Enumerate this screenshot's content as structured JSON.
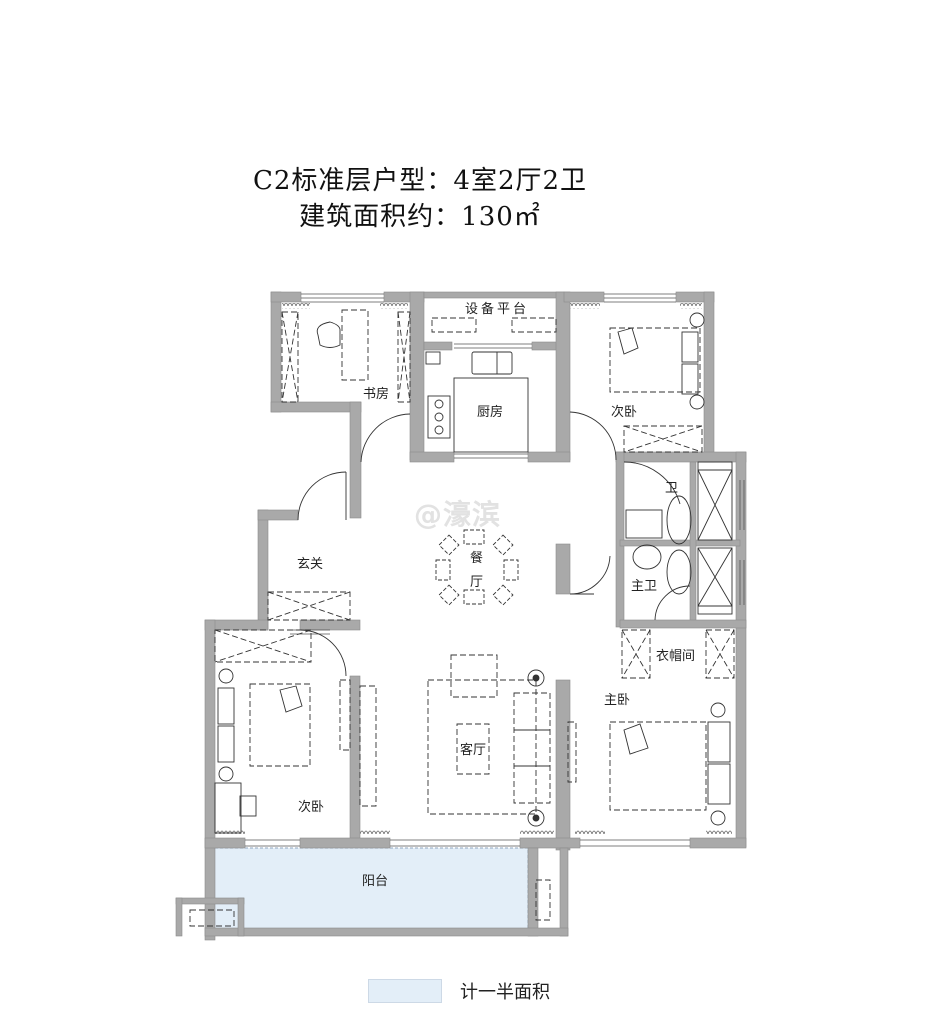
{
  "header": {
    "title_line1": "C2标准层户型：4室2厅2卫",
    "title_line2": "建筑面积约：130㎡"
  },
  "unit": {
    "type": "C2标准层",
    "layout": "4室2厅2卫",
    "area": "130㎡"
  },
  "rooms": [
    {
      "id": "study",
      "label": "书房"
    },
    {
      "id": "equipment_platform",
      "label": "设备平台"
    },
    {
      "id": "kitchen",
      "label": "厨房"
    },
    {
      "id": "bedroom_ne",
      "label": "次卧"
    },
    {
      "id": "bathroom",
      "label": "卫"
    },
    {
      "id": "master_bathroom",
      "label": "主卫"
    },
    {
      "id": "foyer",
      "label": "玄关"
    },
    {
      "id": "dining_room",
      "label": "餐",
      "label2": "厅"
    },
    {
      "id": "walk_in_closet",
      "label": "衣帽间"
    },
    {
      "id": "master_bedroom",
      "label": "主卧"
    },
    {
      "id": "living_room",
      "label": "客厅"
    },
    {
      "id": "bedroom_sw",
      "label": "次卧"
    },
    {
      "id": "balcony",
      "label": "阳台"
    }
  ],
  "watermark": "@濠滨",
  "legend": {
    "label": "计一半面积",
    "swatch_color": "#e3eef8"
  },
  "colors": {
    "wall": "#a9a9a9",
    "wall_edge": "#8c8c8c",
    "line": "#333333",
    "balcony_fill": "#e3eef8"
  }
}
